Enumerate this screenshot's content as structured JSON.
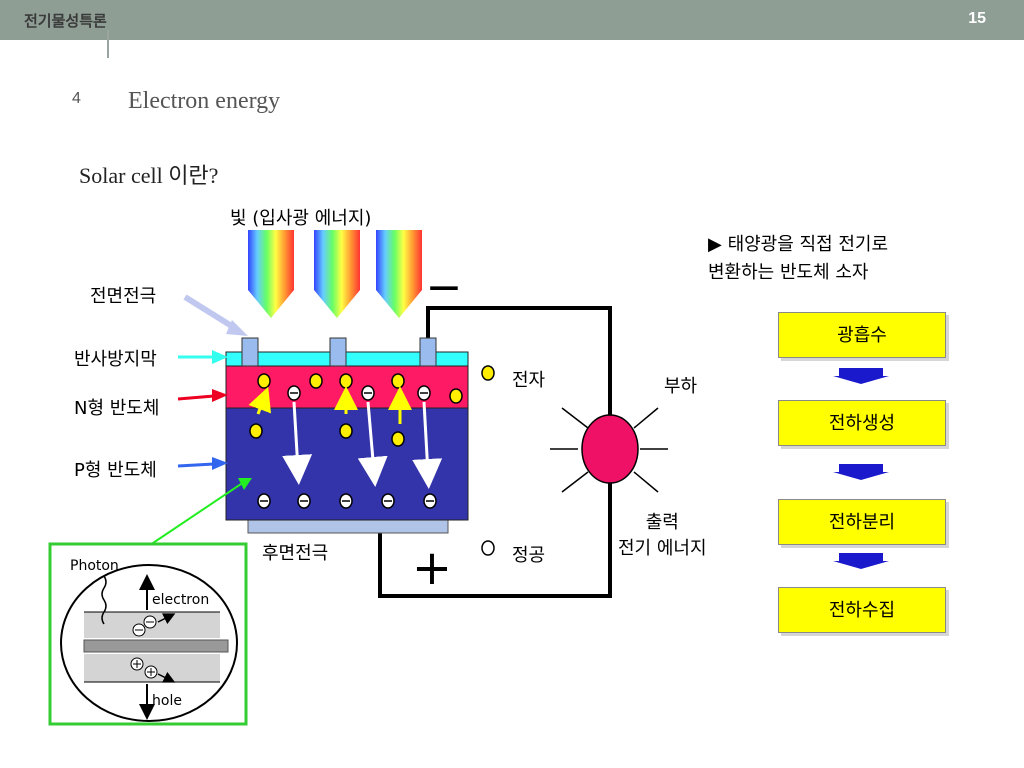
{
  "header": {
    "course_title": "전기물성특론",
    "page_number": "15"
  },
  "section": {
    "number": "4",
    "title": "Electron  energy"
  },
  "subtitle": "Solar cell 이란?",
  "diagram": {
    "light_label": "빛 (입사광 에너지)",
    "front_electrode": "전면전극",
    "antireflection": "반사방지막",
    "n_type": "N형 반도체",
    "p_type": "P형 반도체",
    "back_electrode": "후면전극",
    "electron": "전자",
    "hole": "정공",
    "load": "부하",
    "output": "출력\n전기 에너지",
    "minus": "−",
    "plus": "+",
    "inset": {
      "photon": "Photon",
      "electron": "electron",
      "hole": "hole"
    }
  },
  "description": "▶ 태양광을 직접 전기로\n변환하는  반도체 소자",
  "steps": [
    "광흡수",
    "전하생성",
    "전하분리",
    "전하수집"
  ],
  "colors": {
    "header_bg": "#8e9e95",
    "n_layer": "#ff1a66",
    "p_layer": "#3333aa",
    "antireflection": "#33ffff",
    "step_box": "#ffff00",
    "step_arrow": "#1a1acc",
    "load": "#ee1166",
    "inset_border": "#33cc33"
  }
}
